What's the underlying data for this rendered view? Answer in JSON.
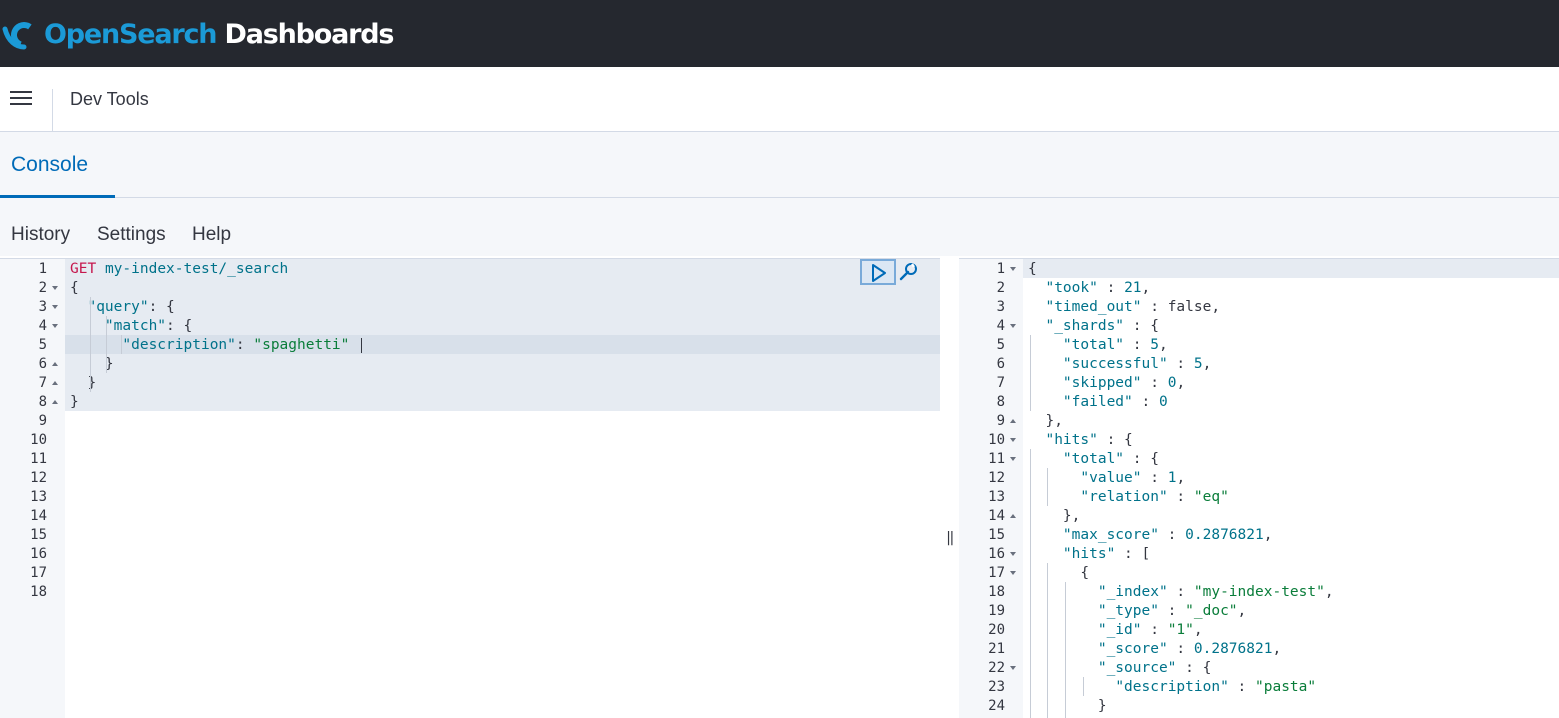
{
  "header": {
    "brand_os": "OpenSearch",
    "brand_dash": " Dashboards"
  },
  "breadcrumb": {
    "title": "Dev Tools"
  },
  "tabs": [
    {
      "label": "Console"
    }
  ],
  "toolbar": {
    "history": "History",
    "settings": "Settings",
    "help": "Help"
  },
  "request": {
    "line_numbers": [
      "1",
      "2",
      "3",
      "4",
      "5",
      "6",
      "7",
      "8",
      "9",
      "10",
      "11",
      "12",
      "13",
      "14",
      "15",
      "16",
      "17",
      "18"
    ],
    "lines": [
      "GET my-index-test/_search",
      "{",
      "  \"query\": {",
      "    \"match\": {",
      "      \"description\": \"spaghetti\"",
      "    }",
      "  }",
      "}"
    ]
  },
  "response": {
    "line_numbers": [
      "1",
      "2",
      "3",
      "4",
      "5",
      "6",
      "7",
      "8",
      "9",
      "10",
      "11",
      "12",
      "13",
      "14",
      "15",
      "16",
      "17",
      "18",
      "19",
      "20",
      "21",
      "22",
      "23",
      "24"
    ],
    "lines": [
      "{",
      "  \"took\" : 21,",
      "  \"timed_out\" : false,",
      "  \"_shards\" : {",
      "    \"total\" : 5,",
      "    \"successful\" : 5,",
      "    \"skipped\" : 0,",
      "    \"failed\" : 0",
      "  },",
      "  \"hits\" : {",
      "    \"total\" : {",
      "      \"value\" : 1,",
      "      \"relation\" : \"eq\"",
      "    },",
      "    \"max_score\" : 0.2876821,",
      "    \"hits\" : [",
      "      {",
      "        \"_index\" : \"my-index-test\",",
      "        \"_type\" : \"_doc\",",
      "        \"_id\" : \"1\",",
      "        \"_score\" : 0.2876821,",
      "        \"_source\" : {",
      "          \"description\" : \"pasta\"",
      "        }"
    ]
  },
  "icons": {
    "logo": "opensearch-logo-icon",
    "menu": "hamburger-menu-icon",
    "run": "play-icon",
    "wrench": "wrench-icon",
    "resize": "resize-handle-icon"
  },
  "colors": {
    "accent": "#006bb8",
    "topbar": "#25282f",
    "brand": "#1b9ad7"
  }
}
